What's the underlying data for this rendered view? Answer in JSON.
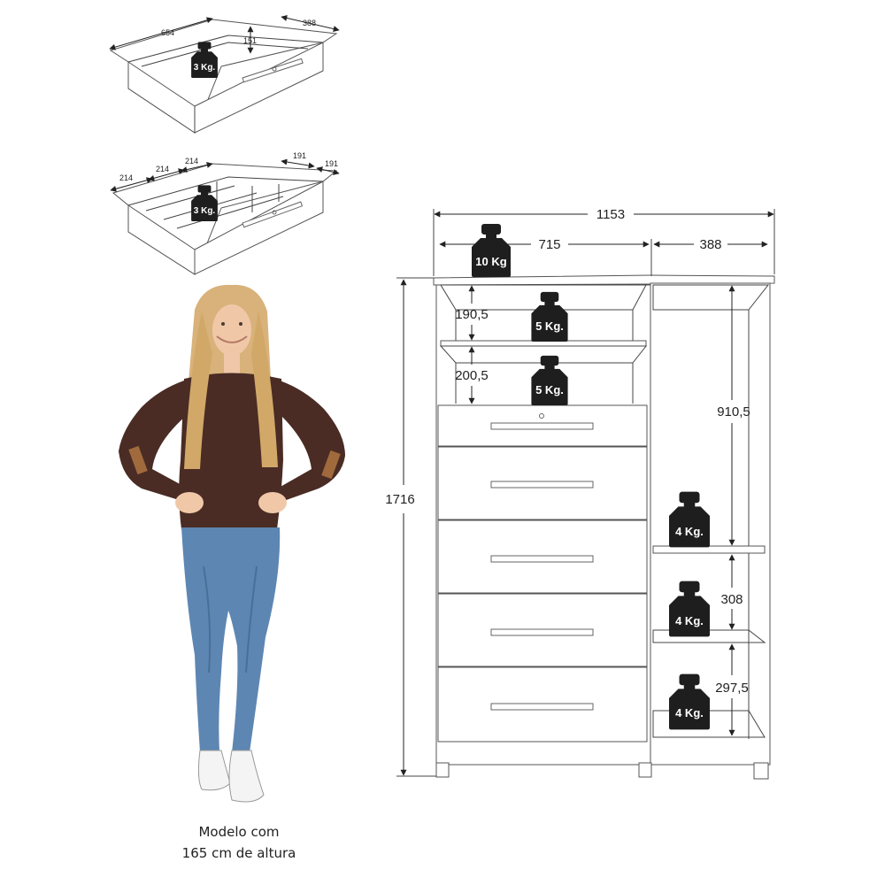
{
  "drawer_single": {
    "width": "654",
    "depth": "388",
    "height": "151",
    "weight": "3 Kg."
  },
  "drawer_divided": {
    "compartment_a": "214",
    "compartment_b": "214",
    "compartment_c": "214",
    "compartment_d": "191",
    "compartment_e": "191",
    "weight": "3 Kg."
  },
  "cabinet": {
    "total_width": "1153",
    "left_width": "715",
    "right_width": "388",
    "total_height": "1716",
    "top_niche_height": "190,5",
    "second_niche_height": "200,5",
    "right_upper_height": "910,5",
    "right_middle_height": "308",
    "right_lower_height": "297,5",
    "top_weight": "10 Kg",
    "niche1_weight": "5 Kg.",
    "niche2_weight": "5 Kg.",
    "shelf1_weight": "4 Kg.",
    "shelf2_weight": "4 Kg.",
    "shelf3_weight": "4 Kg."
  },
  "model": {
    "caption_line1": "Modelo com",
    "caption_line2": "165 cm de altura"
  },
  "colors": {
    "weight_fill": "#1e1e1e",
    "line": "#444444",
    "jeans": "#5d86b2",
    "sweater": "#4a2c25",
    "hair": "#d8b27a",
    "skin": "#f0c8a8"
  }
}
